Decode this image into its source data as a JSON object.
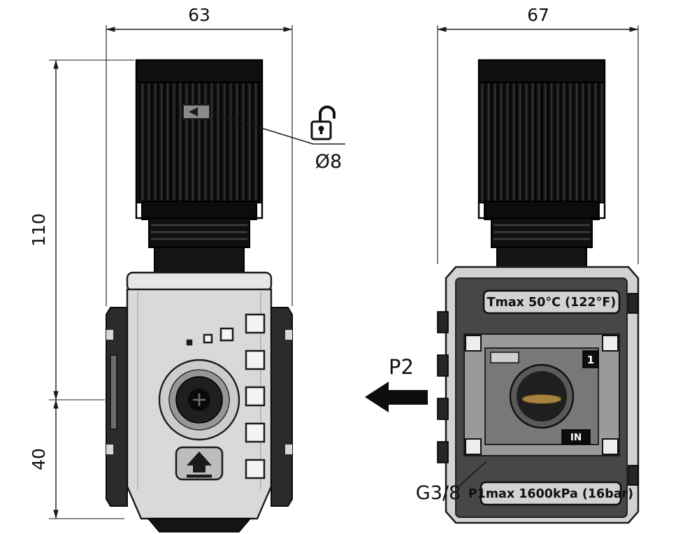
{
  "drawing": {
    "dimensions": {
      "front_width": "63",
      "side_width": "67",
      "upper_height": "110",
      "lower_height": "40"
    },
    "callouts": {
      "lock_hole": "Ø8",
      "outlet": "P2",
      "thread": "G3/8"
    },
    "markings": {
      "tmax": "Tmax 50°C (122°F)",
      "p1max": "P1max 1600kPa (16bar)",
      "in": "IN",
      "port1": "1"
    },
    "icons": {
      "unlock": "unlock-padlock-icon",
      "p2_arrow": "left-arrow-icon",
      "relief": "relief-valve-arrow-icon"
    },
    "colors": {
      "line": "#1b1b1b",
      "knob_dark": "#141414",
      "body_light": "#d9d9d9",
      "body_mid": "#9a9a9a",
      "panel_dark": "#474747",
      "wing_dark": "#2b2b2b",
      "slit_bronze": "#a8823f",
      "background": "#ffffff"
    }
  }
}
